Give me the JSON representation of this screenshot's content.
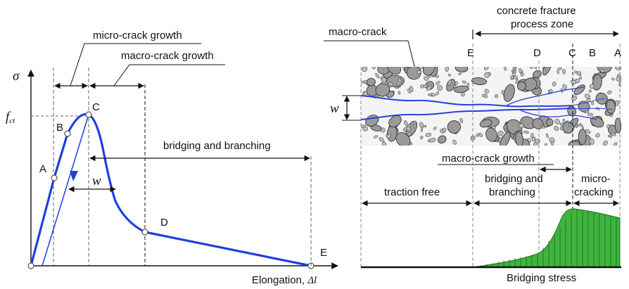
{
  "left": {
    "y_axis_symbol": "σ",
    "fct_label": "f",
    "fct_sub": "ct",
    "x_axis_label": "Elongation, ",
    "x_axis_symbol": "Δl",
    "micro_crack_growth": "micro-crack growth",
    "macro_crack_growth": "macro-crack growth",
    "bridging_and_branching": "bridging and branching",
    "w_label": "w",
    "points": {
      "A": "A",
      "B": "B",
      "C": "C",
      "D": "D",
      "E": "E"
    }
  },
  "right": {
    "macro_crack": "macro-crack",
    "fpz_line1": "concrete fracture",
    "fpz_line2": "process zone",
    "w_label": "w",
    "points": {
      "E": "E",
      "D": "D",
      "C": "C",
      "B": "B",
      "A": "A"
    },
    "macro_crack_growth": "macro-crack growth",
    "bridging_line1": "bridging and",
    "bridging_line2": "branching",
    "micro_line1": "micro-",
    "micro_line2": "cracking",
    "traction_free": "traction free",
    "bridging_stress": "Bridging stress"
  },
  "colors": {
    "curve": "#1f3fe0",
    "fill": "#3fb43f",
    "aggregate": "#8a8a8a"
  }
}
